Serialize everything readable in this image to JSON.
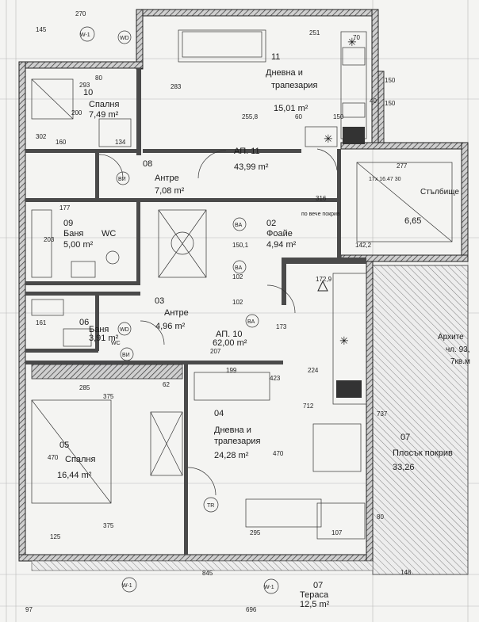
{
  "rooms": {
    "r10": {
      "num": "10",
      "name": "Спалня",
      "area": "7,49 m²"
    },
    "r11": {
      "num": "11",
      "name1": "Дневна и",
      "name2": "трапезария",
      "area": "15,01 m²"
    },
    "r08": {
      "num": "08",
      "name": "Антре",
      "area": "7,08 m²"
    },
    "ap11": {
      "num": "АП. 11",
      "area": "43,99 m²"
    },
    "r09": {
      "num": "09",
      "name": "Баня",
      "wc": "WC",
      "area": "5,00 m²"
    },
    "r02": {
      "num": "02",
      "name": "Фоайе",
      "area": "4,94 m²"
    },
    "r06": {
      "num": "06",
      "name": "Баня",
      "area": "3,91 m²"
    },
    "r03": {
      "num": "03",
      "name": "Антре",
      "area": "4,96 m²"
    },
    "ap10": {
      "num": "АП. 10",
      "area": "62,00 m²"
    },
    "r04": {
      "num": "04",
      "name1": "Дневна и",
      "name2": "трапезария",
      "area": "24,28 m²"
    },
    "r05": {
      "num": "05",
      "name": "Спалня",
      "area": "16,44 m²"
    },
    "r07": {
      "num": "07",
      "name": "Тераса",
      "area": "12,5 m²"
    },
    "r01": {
      "name": "Стълбище",
      "area": "6,65"
    },
    "roof": {
      "num": "07",
      "name": "Плосък покрив",
      "area": "33,26"
    }
  },
  "notes": {
    "roof_note": "по вече покрив",
    "arch1": "Архите",
    "arch2": "чл. 93,",
    "arch3": "7кв.м",
    "stair_dims": "17x 16.47 30"
  },
  "tags": {
    "w1a": "W-1",
    "w1b": "W-1",
    "w1c": "W-1",
    "wd1": "WD",
    "wd2": "WD",
    "vi1": "BИ",
    "vi2": "BИ",
    "va1": "BA",
    "va2": "BA",
    "va3": "BA",
    "tr": "TR",
    "wc2": "WC"
  },
  "dims": {
    "d270": "270",
    "d251": "251",
    "d70": "70",
    "d80a": "80",
    "d293": "293",
    "d283": "283",
    "d2558": "255,8",
    "d60": "60",
    "d150a": "150",
    "d160": "160",
    "d134": "134",
    "d277": "277",
    "d177": "177",
    "d316": "316",
    "d1501": "150,1",
    "d1729": "172,9",
    "d102a": "102",
    "d102b": "102",
    "d207": "207",
    "d199": "199",
    "d224": "224",
    "d423": "423",
    "d285": "285",
    "d375a": "375",
    "d712": "712",
    "d470a": "470",
    "d470b": "470",
    "d737": "737",
    "d375b": "375",
    "d125": "125",
    "d295": "295",
    "d107": "107",
    "d148": "148",
    "d845": "845",
    "d696": "696",
    "d97": "97",
    "d145": "145",
    "d302": "302",
    "d203": "203",
    "d161": "161",
    "d173": "173",
    "d1422": "142,2",
    "d62": "62",
    "d200": "200",
    "d150b": "150",
    "d40": "40",
    "d150c": "150",
    "d80b": "80"
  }
}
